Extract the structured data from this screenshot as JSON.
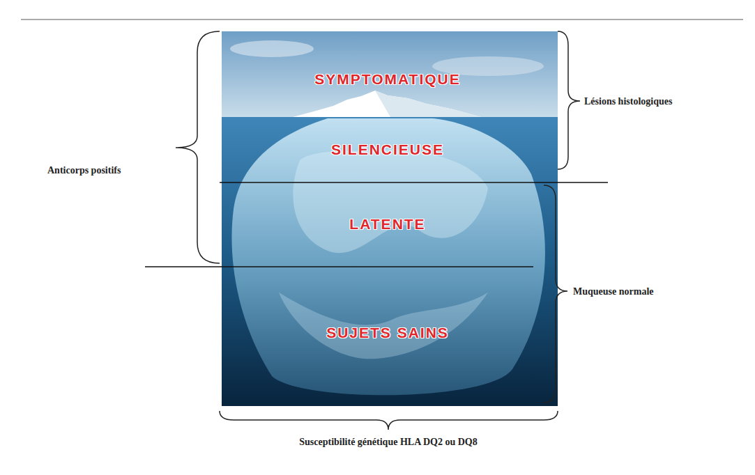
{
  "diagram": {
    "nodes": [
      {
        "text": [
          "SYMPTOMATIQUE"
        ]
      },
      {
        "text": [
          "SILENCIEUSE"
        ]
      },
      {
        "text": [
          "LATENTE"
        ]
      },
      {
        "text": [
          "SUJETS SAINS"
        ]
      }
    ],
    "labels": [
      "Anticorps positifs",
      "Lésions histologiques",
      "Muqueuse normale",
      "Susceptibilité génétique HLA DQ2 ou DQ8"
    ]
  }
}
